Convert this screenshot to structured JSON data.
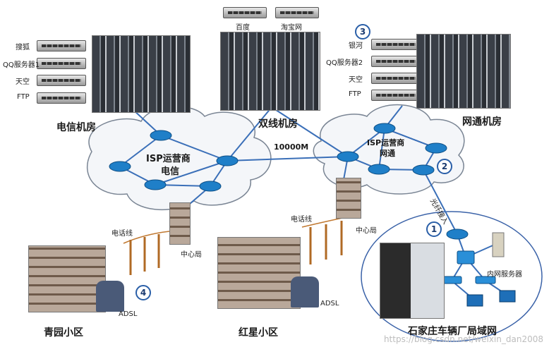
{
  "rooms": {
    "telecom_room": "电信机房",
    "dual_room": "双线机房",
    "netcom_room": "网通机房"
  },
  "telecom_servers": [
    "搜狐",
    "QQ服务器1",
    "天空",
    "FTP"
  ],
  "dual_servers": [
    "百度",
    "淘宝网"
  ],
  "netcom_servers": [
    "银河",
    "QQ服务器2",
    "天空",
    "FTP"
  ],
  "isp_telecom": [
    "ISP运营商",
    "电信"
  ],
  "isp_netcom": [
    "ISP运营商",
    "网通"
  ],
  "link_speed": "10000M",
  "central_office": "中心局",
  "phone_line": "电话线",
  "adsl": "ADSL",
  "fiber_access": "光纤接入",
  "intranet_server": "内网服务器",
  "communities": {
    "qingyuan": "青园小区",
    "hongxing": "红星小区"
  },
  "factory_lan": "石家庄车辆厂局域网",
  "markers": [
    "1",
    "2",
    "3",
    "4"
  ],
  "watermark": "https://blog.csdn.net/weixin_dan2008"
}
